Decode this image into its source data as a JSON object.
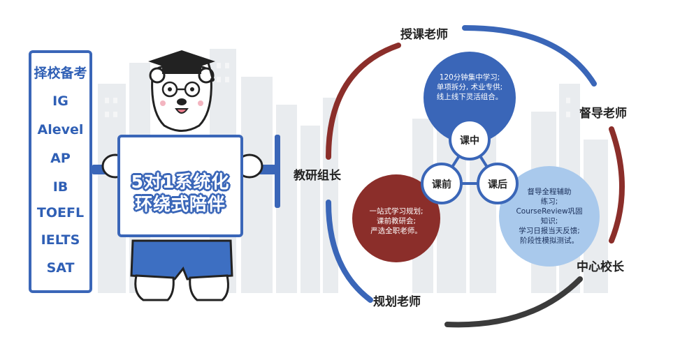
{
  "left_panel": {
    "title": "择校备考",
    "items": [
      "IG",
      "Alevel",
      "AP",
      "IB",
      "TOEFL",
      "IELTS",
      "SAT"
    ]
  },
  "sign": {
    "line1": "5对1系统化",
    "line2": "环绕式陪伴"
  },
  "roles": {
    "teaching": "授课老师",
    "supervisor": "督导老师",
    "principal": "中心校长",
    "planning": "规划老师",
    "research_lead": "教研组长"
  },
  "stages": {
    "during": "课中",
    "before": "课前",
    "after": "课后"
  },
  "bubbles": {
    "during": [
      "120分钟集中学习;",
      "单项拆分, 术业专供;",
      "线上线下灵活组合。"
    ],
    "before": [
      "一站式学习规划;",
      "课前教研会;",
      "严选全职老师。"
    ],
    "after": [
      "督导全程辅助",
      "练习;",
      "CourseReview巩固",
      "知识;",
      "学习日报当天反馈;",
      "阶段性模拟测试。"
    ]
  },
  "colors": {
    "blue": "#3a66b8",
    "red": "#8b2e2a",
    "light_blue": "#a9c9ec",
    "dark_gray": "#3b3b3b"
  }
}
